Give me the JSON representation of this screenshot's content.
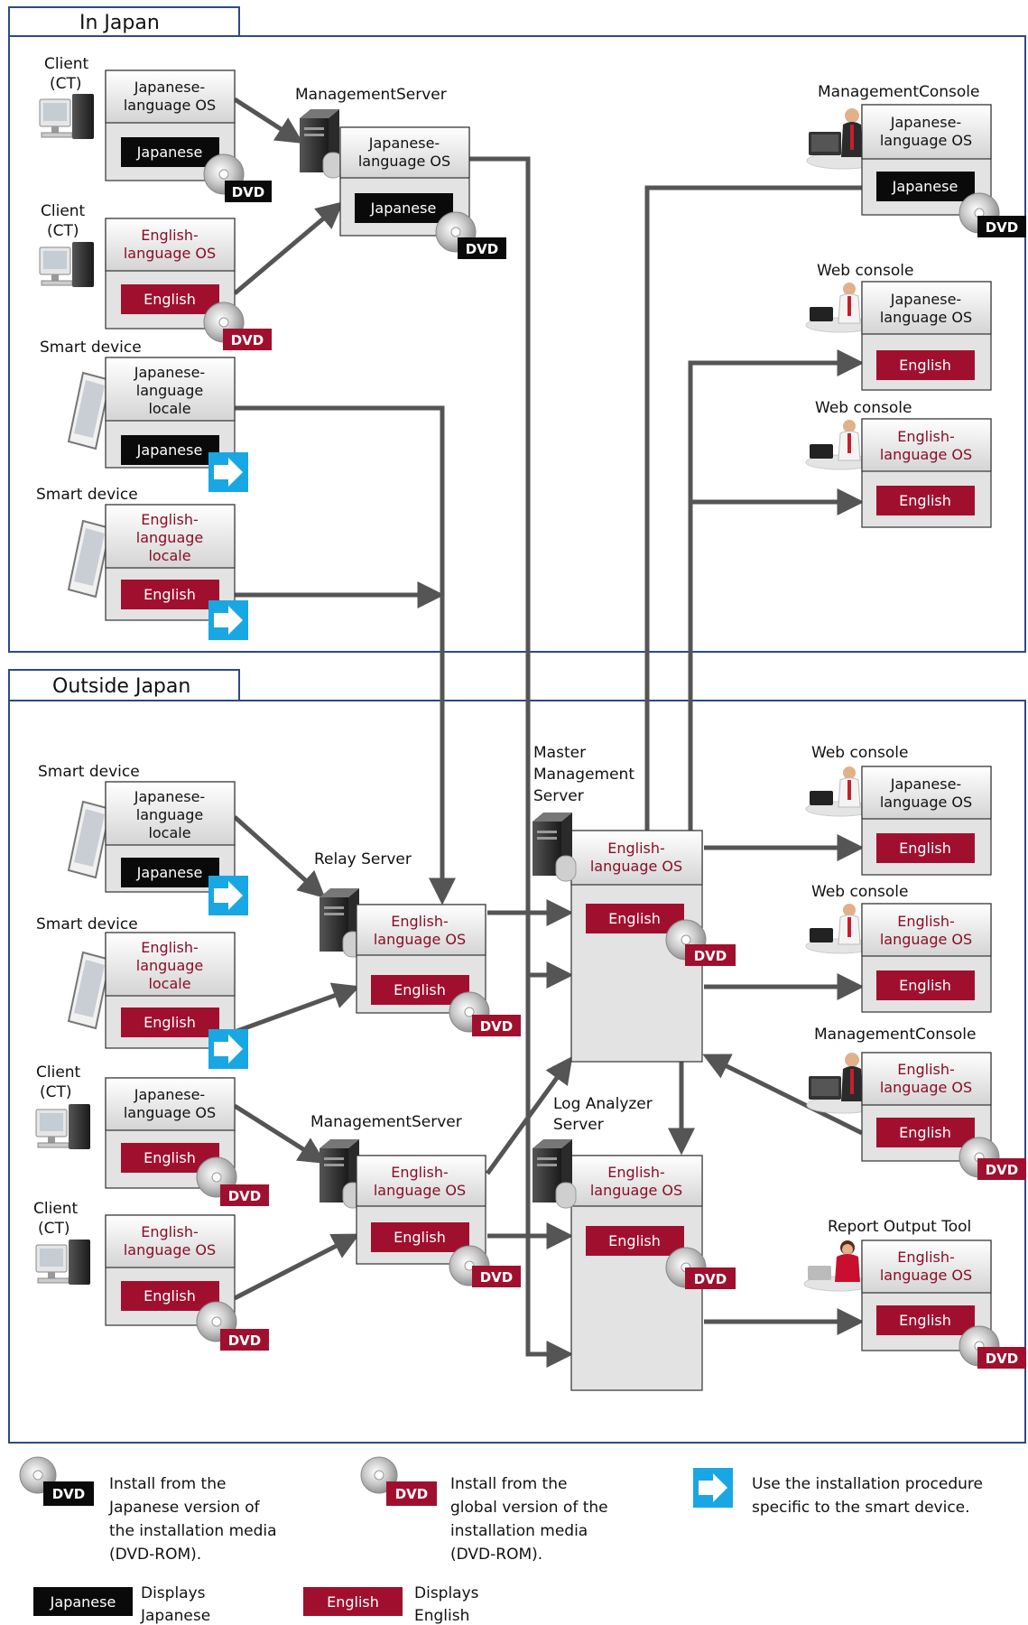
{
  "sections": {
    "japan": "In Japan",
    "outside": "Outside Japan"
  },
  "labels": {
    "client": "Client",
    "ct": "(CT)",
    "smart_device": "Smart device",
    "management_server": "ManagementServer",
    "management_console": "ManagementConsole",
    "web_console": "Web console",
    "master_line1": "Master",
    "master_line2": "Management",
    "master_line3": "Server",
    "relay_server": "Relay Server",
    "log_line1": "Log Analyzer",
    "log_line2": "Server",
    "report_tool": "Report Output Tool"
  },
  "os": {
    "jp_os_1": "Japanese-",
    "jp_os_2": "language OS",
    "en_os_1": "English-",
    "en_os_2": "language OS",
    "jp_loc_1": "Japanese-",
    "jp_loc_2": "language",
    "jp_loc_3": "locale",
    "en_loc_1": "English-",
    "en_loc_2": "language",
    "en_loc_3": "locale"
  },
  "bars": {
    "japanese": "Japanese",
    "english": "English"
  },
  "dvd": "DVD",
  "legend": {
    "jp_dvd_1": "Install  from the",
    "jp_dvd_2": "Japanese version of",
    "jp_dvd_3": "the installation  media",
    "jp_dvd_4": "(DVD-ROM).",
    "gl_dvd_1": "Install  from the",
    "gl_dvd_2": "global version of the",
    "gl_dvd_3": "installation  media",
    "gl_dvd_4": "(DVD-ROM).",
    "smart_1": "Use the installation  procedure",
    "smart_2": "specific to the smart device.",
    "jp_bar_label": "Japanese",
    "jp_bar_1": "Displays",
    "jp_bar_2": "Japanese",
    "en_bar_label": "English",
    "en_bar_1": "Displays",
    "en_bar_2": "English"
  },
  "colors": {
    "japanese_bar": "#0a0a0a",
    "english_bar": "#a0102e",
    "english_text": "#8a0e26",
    "arrow": "#555555",
    "section_border": "#2c4a85",
    "smart_arrow": "#1aa9e6"
  }
}
